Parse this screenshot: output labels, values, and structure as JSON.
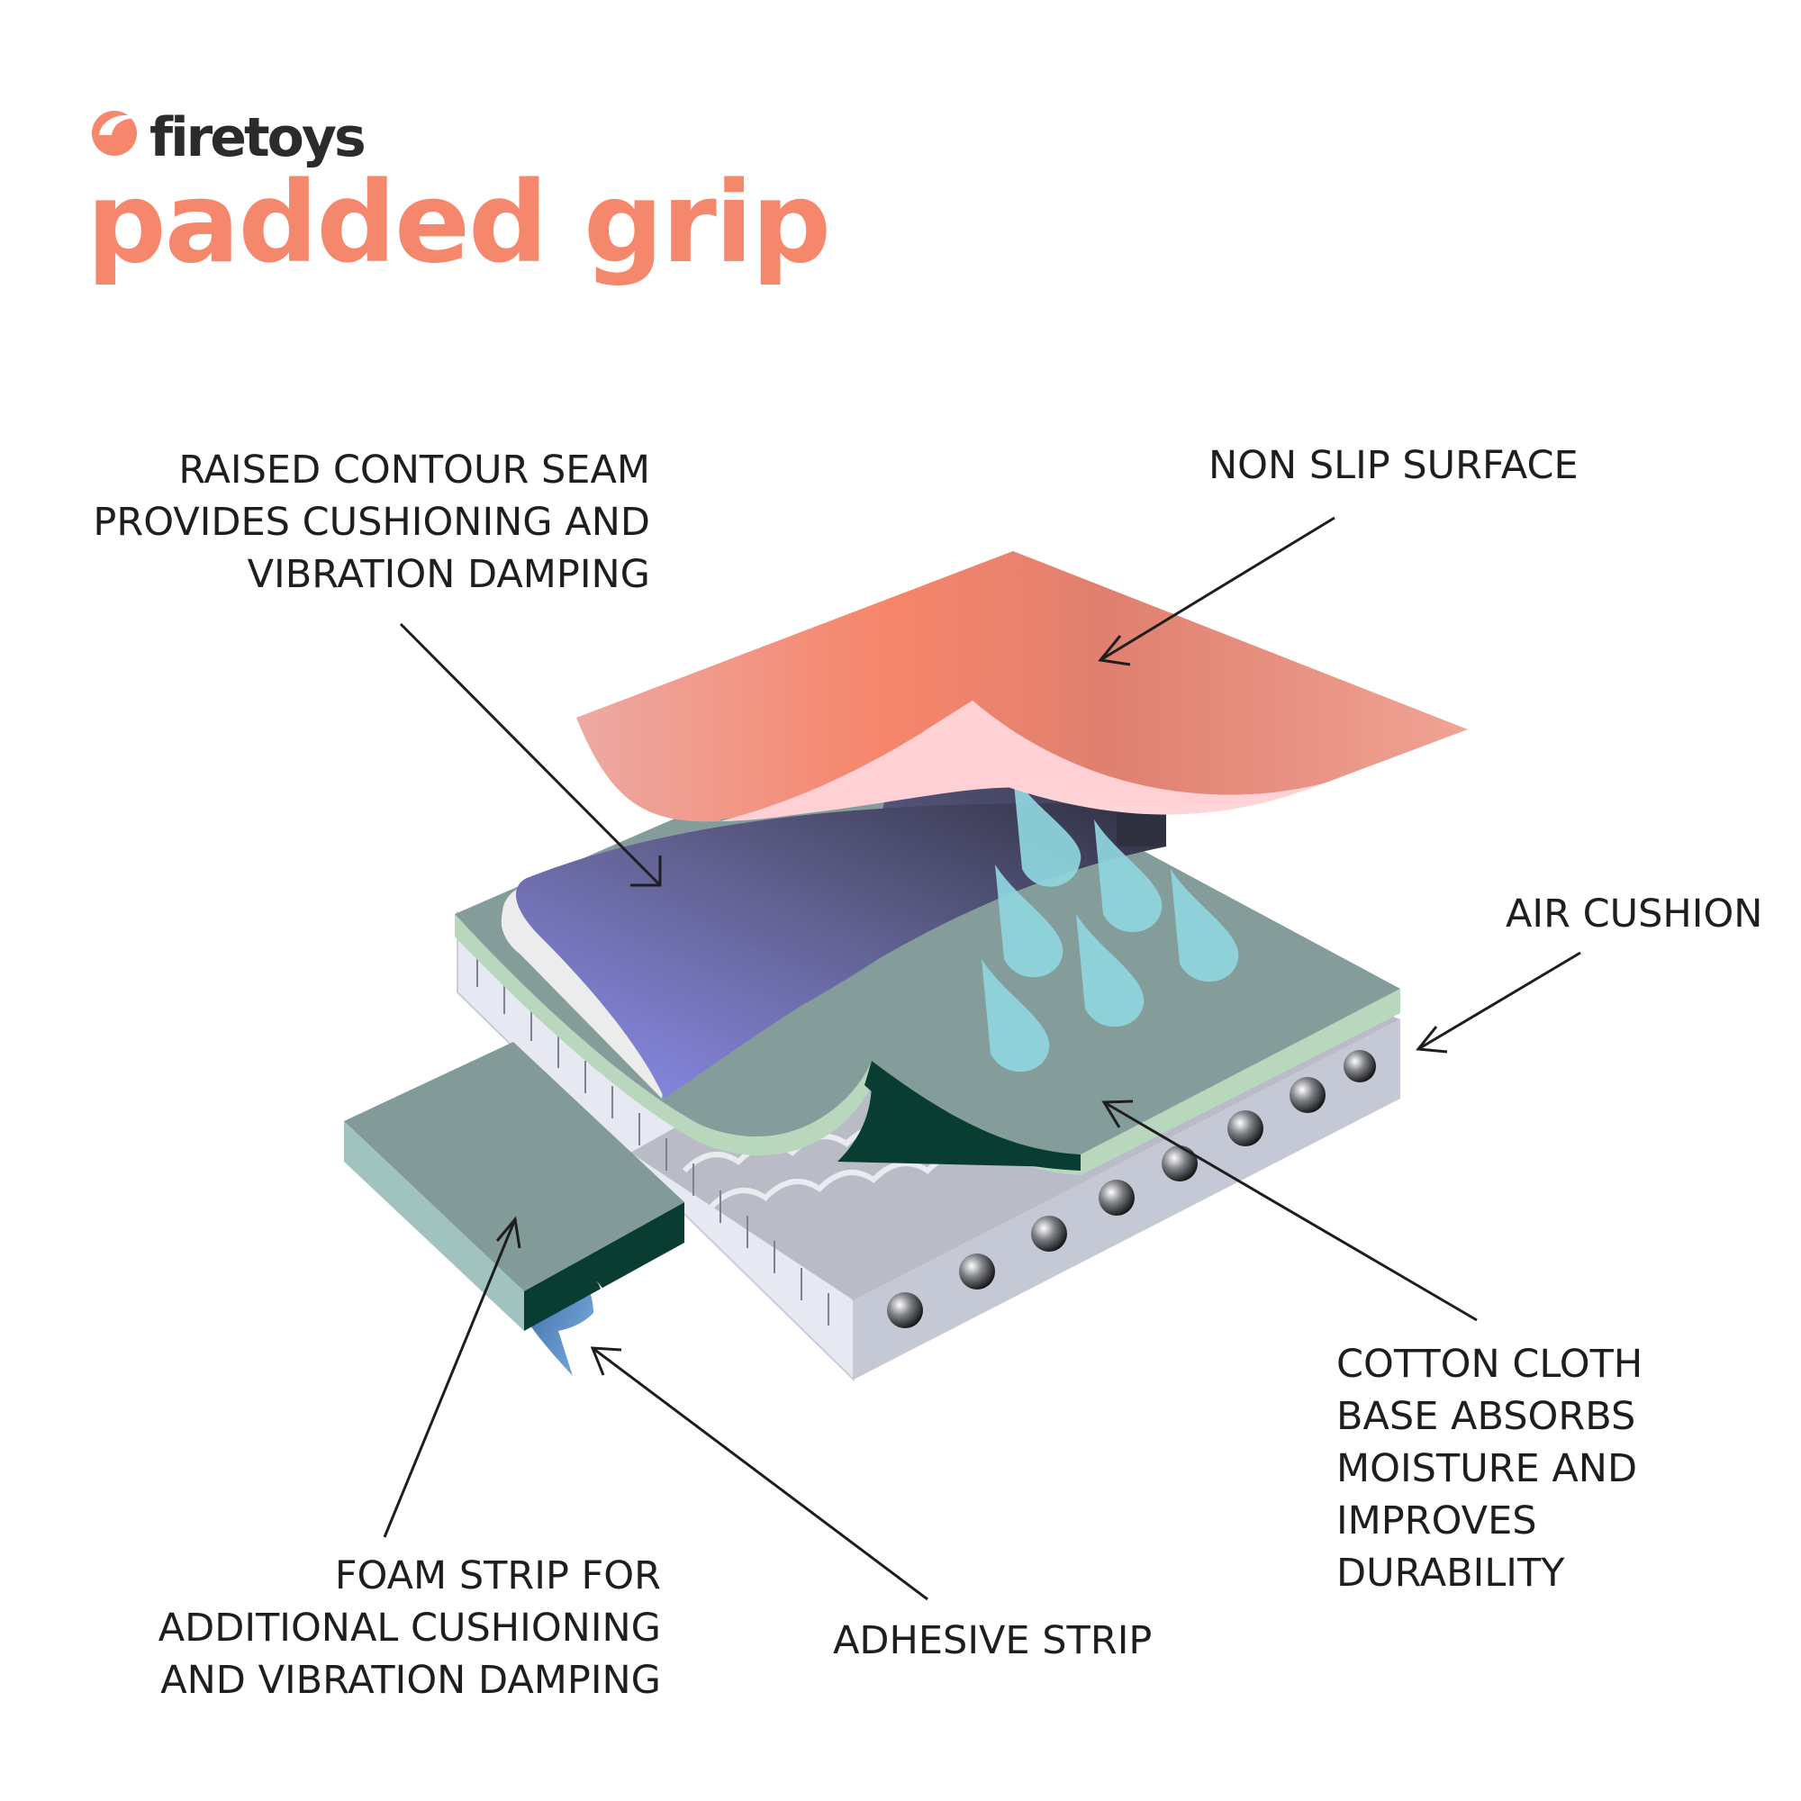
{
  "brand": {
    "name": "firetoys"
  },
  "headline": "padded grip",
  "callouts": {
    "raised_seam": [
      "RAISED CONTOUR SEAM",
      "PROVIDES CUSHIONING AND",
      "VIBRATION DAMPING"
    ],
    "non_slip": [
      "NON SLIP SURFACE"
    ],
    "air_cushion": [
      "AIR CUSHION"
    ],
    "cotton": [
      "COTTON CLOTH",
      "BASE ABSORBS",
      "MOISTURE AND",
      "IMPROVES",
      "DURABILITY"
    ],
    "foam": [
      "FOAM STRIP FOR",
      "ADDITIONAL CUSHIONING",
      "AND VIBRATION DAMPING"
    ],
    "adhesive": [
      "ADHESIVE STRIP"
    ]
  },
  "colors": {
    "brand_orange": "#f5876c",
    "brand_text": "#2b2b2b",
    "non_slip_layer": "#f08a6e",
    "seam_layer": "#7a7ad8",
    "cotton_layer": "#849d9b",
    "air_cushion_body": "#dfe3ec",
    "foam_strip": "#829b99",
    "drops": "#8fd6df"
  }
}
